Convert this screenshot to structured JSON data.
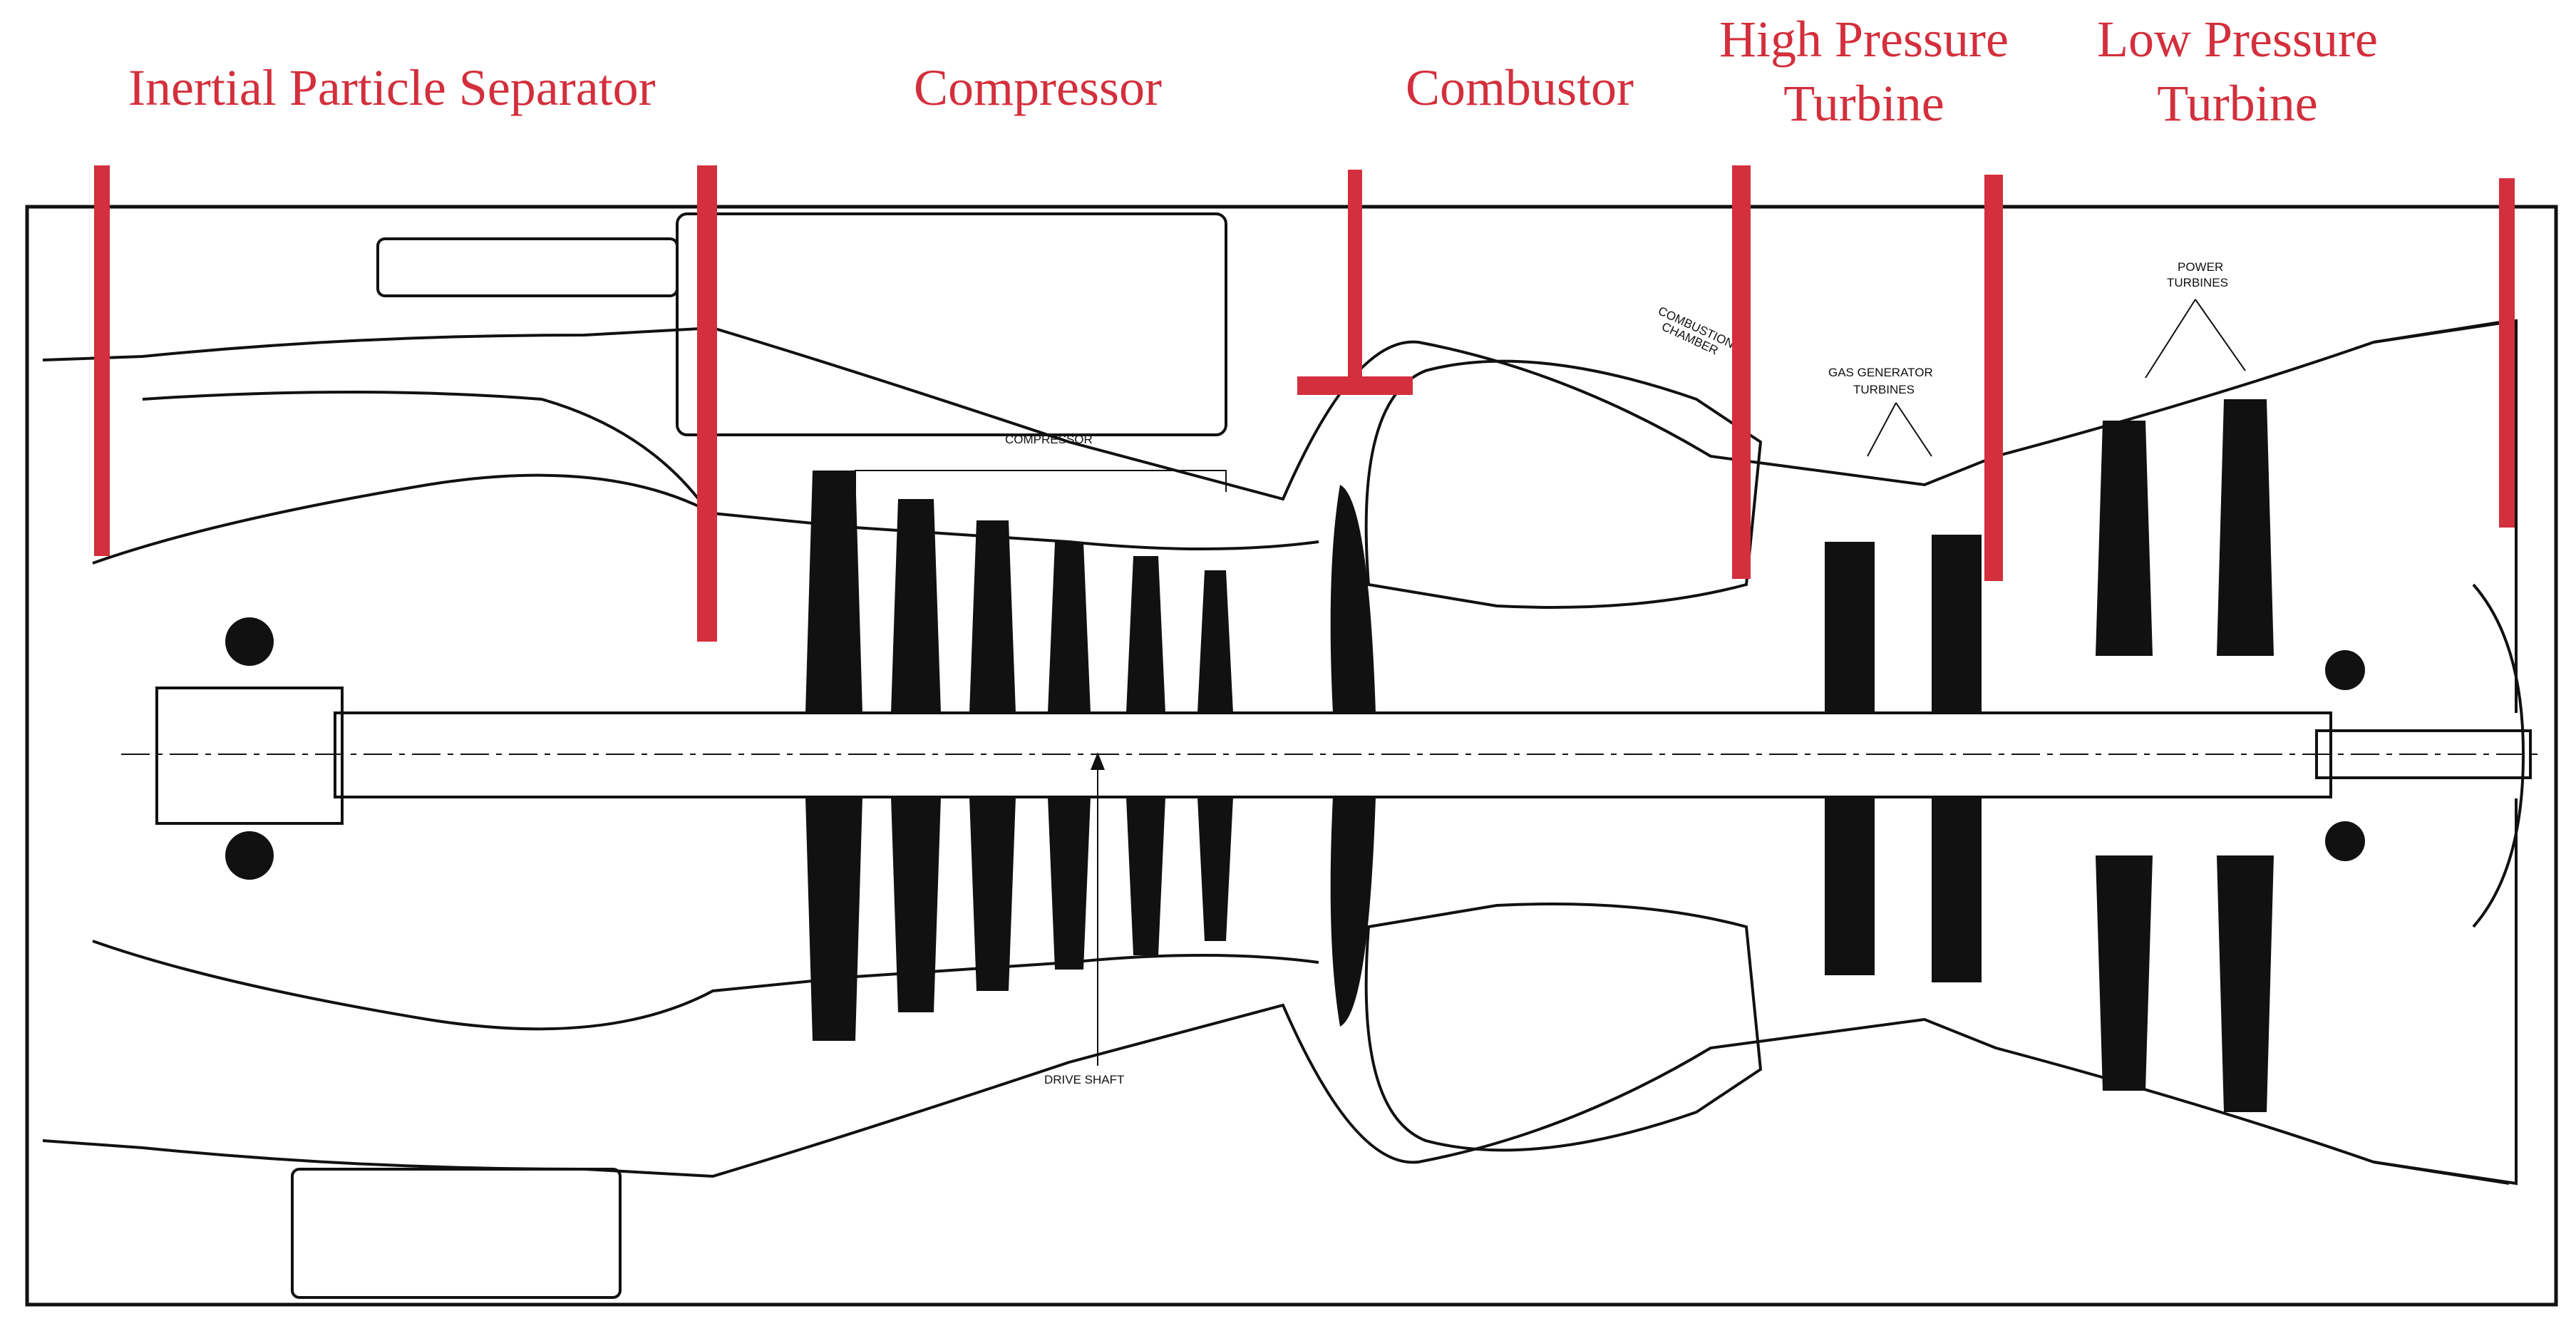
{
  "section_labels": {
    "inertial_particle_separator": "Inertial Particle Separator",
    "compressor": "Compressor",
    "combustor": "Combustor",
    "high_pressure_turbine": [
      "High Pressure",
      "Turbine"
    ],
    "low_pressure_turbine": [
      "Low Pressure",
      "Turbine"
    ]
  },
  "drawing_labels": {
    "compressor": "COMPRESSOR",
    "combustion_chamber": [
      "COMBUSTION",
      "CHAMBER"
    ],
    "gas_generator_turbines": [
      "GAS GENERATOR",
      "TURBINES"
    ],
    "power_turbines": [
      "POWER",
      "TURBINES"
    ],
    "drive_shaft": "DRIVE SHAFT"
  },
  "colors": {
    "divider_red": "#d32f3c",
    "label_red": "#d32f3c",
    "ink": "#111111"
  }
}
